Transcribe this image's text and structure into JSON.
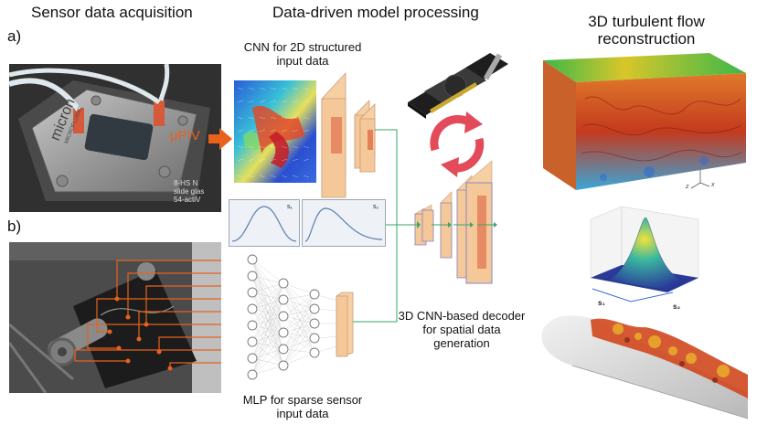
{
  "headers": {
    "sensor": "Sensor data acquisition",
    "model": "Data-driven model processing",
    "recon_line1": "3D turbulent flow",
    "recon_line2": "reconstruction"
  },
  "panels": {
    "a": "a)",
    "b": "b)"
  },
  "labels": {
    "cnn_line1": "CNN for 2D structured",
    "cnn_line2": "input data",
    "upiv": "μPIV",
    "decoder_line1": "3D CNN-based decoder",
    "decoder_line2": "for spatial data",
    "decoder_line3": "generation",
    "mlp_line1": "MLP for sparse sensor",
    "mlp_line2": "input data"
  },
  "device": {
    "brand": "micron",
    "brand_sub": "MICROFLUIDIC",
    "glass_line1": "8-HS N",
    "glass_line2": "slide glas",
    "glass_line3": "54-actiV"
  },
  "plots": {
    "s1": "s₁",
    "s2": "s₂"
  },
  "axes3d": {
    "z": "z",
    "x": "x",
    "s1": "s₁",
    "s2": "s₂"
  },
  "colors": {
    "accent_orange": "#e8611d",
    "layer_fill": "#f5c899",
    "layer_inner": "#e3805a",
    "green_arrow": "#3aa56a",
    "red_cycle": "#e34a5a",
    "blue_curve": "#5b7fb0"
  }
}
